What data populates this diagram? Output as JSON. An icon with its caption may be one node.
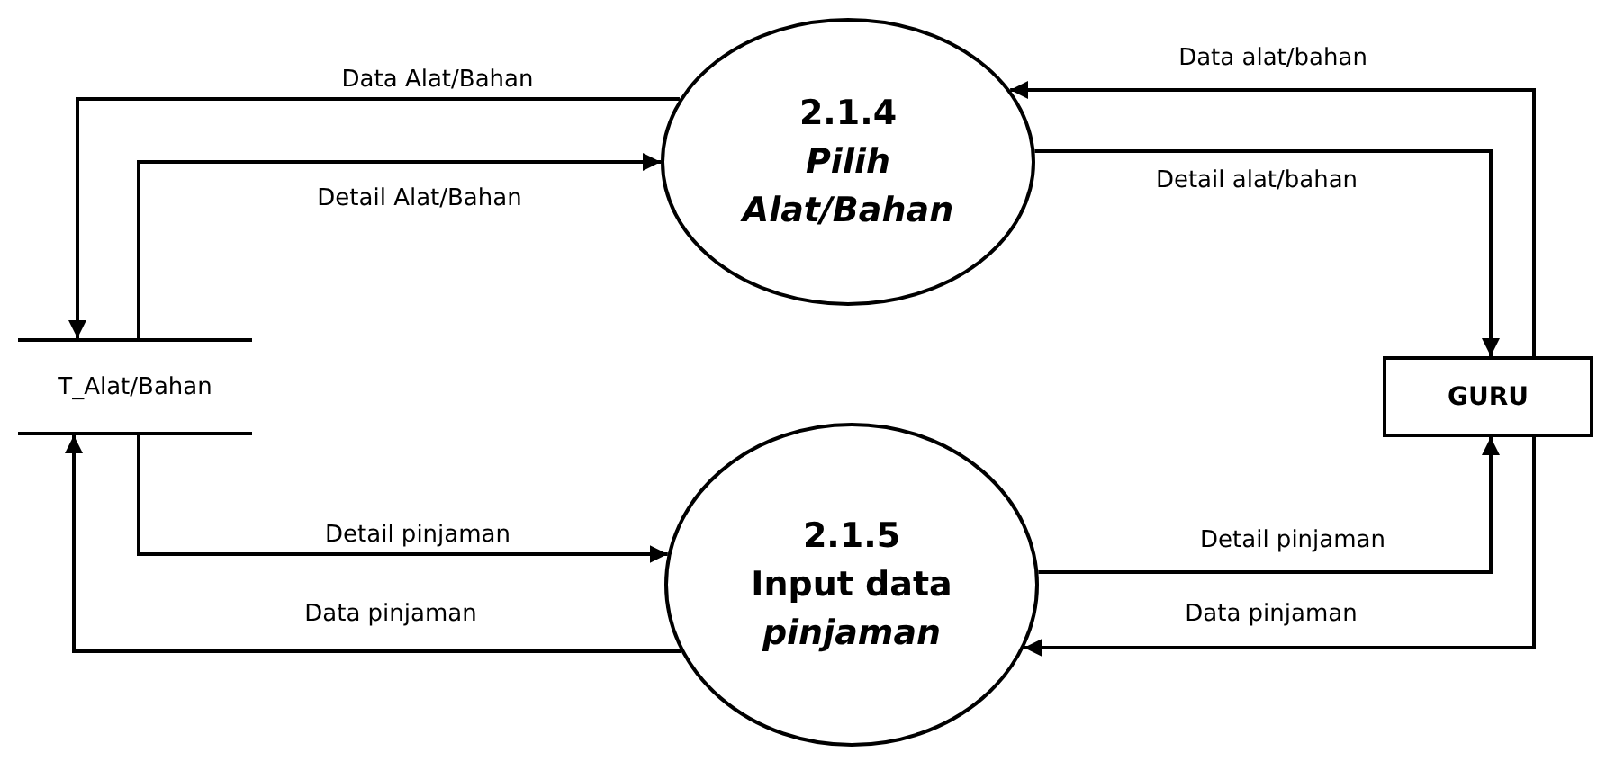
{
  "diagram": {
    "nodes": [
      {
        "text": [
          "T_Alat/Bahan"
        ]
      },
      {
        "text": [
          "2.1.4",
          "Pilih Alat/Bahan"
        ]
      },
      {
        "text": [
          "2.1.5",
          "Input data *pinjaman*"
        ]
      },
      {
        "text": [
          "GURU"
        ]
      }
    ],
    "edges": [
      {
        "from": 1,
        "to": 0,
        "arrow": "to",
        "label": "Data Alat/Bahan"
      },
      {
        "from": 0,
        "to": 1,
        "arrow": "to",
        "label": "Detail Alat/Bahan"
      },
      {
        "from": 3,
        "to": 1,
        "arrow": "to",
        "label": "Data alat/bahan"
      },
      {
        "from": 1,
        "to": 3,
        "arrow": "to",
        "label": "Detail alat/bahan"
      },
      {
        "from": 0,
        "to": 2,
        "arrow": "to",
        "label": "Detail pinjaman"
      },
      {
        "from": 2,
        "to": 0,
        "arrow": "to",
        "label": "Data pinjaman"
      },
      {
        "from": 2,
        "to": 3,
        "arrow": "to",
        "label": "Detail pinjaman"
      },
      {
        "from": 3,
        "to": 2,
        "arrow": "to",
        "label": "Data pinjaman"
      }
    ]
  }
}
